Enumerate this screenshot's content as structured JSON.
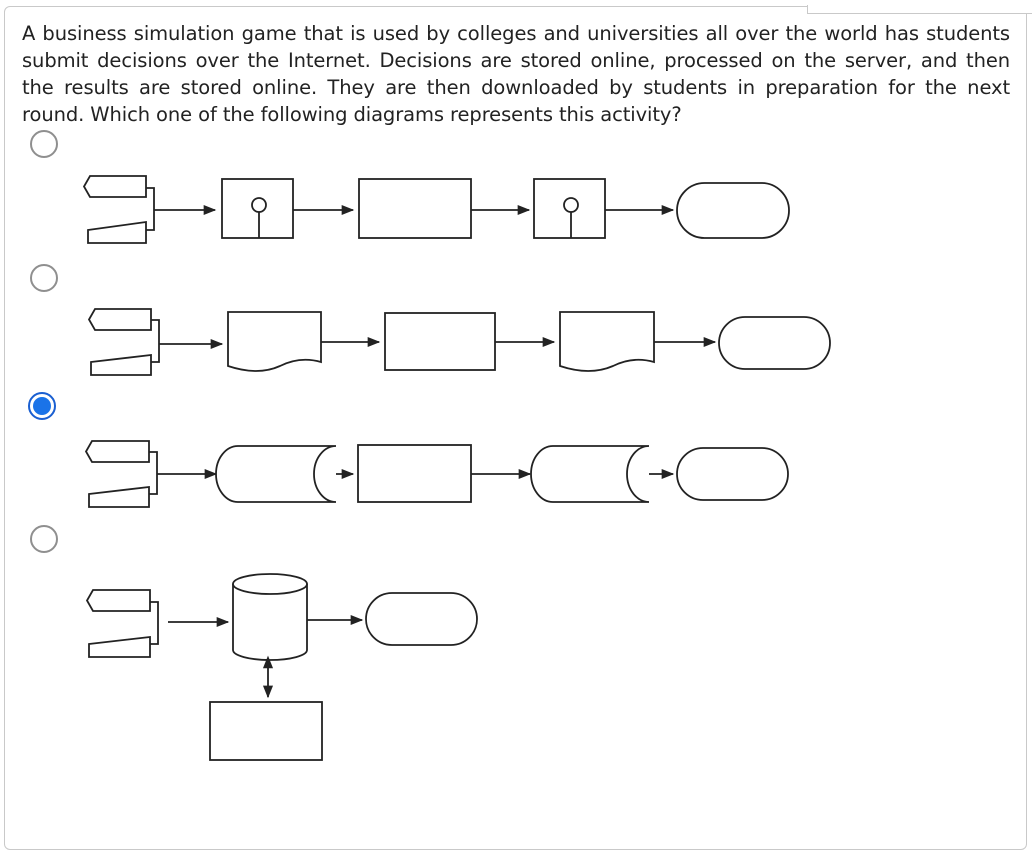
{
  "question": {
    "text": "A business simulation game that is used by colleges and universities all over the world has students submit decisions over the Internet. Decisions are stored online, processed on the server, and then the results are stored online. They are then downloaded by students in preparation for the next round. Which one of the following diagrams represents this activity?"
  },
  "options": [
    {
      "id": "option-1",
      "selected": false
    },
    {
      "id": "option-2",
      "selected": false
    },
    {
      "id": "option-3",
      "selected": true
    },
    {
      "id": "option-4",
      "selected": false
    }
  ],
  "colors": {
    "radio_selected": "#1a73e8",
    "radio_border": "#8f8f8f",
    "stroke": "#222222"
  }
}
